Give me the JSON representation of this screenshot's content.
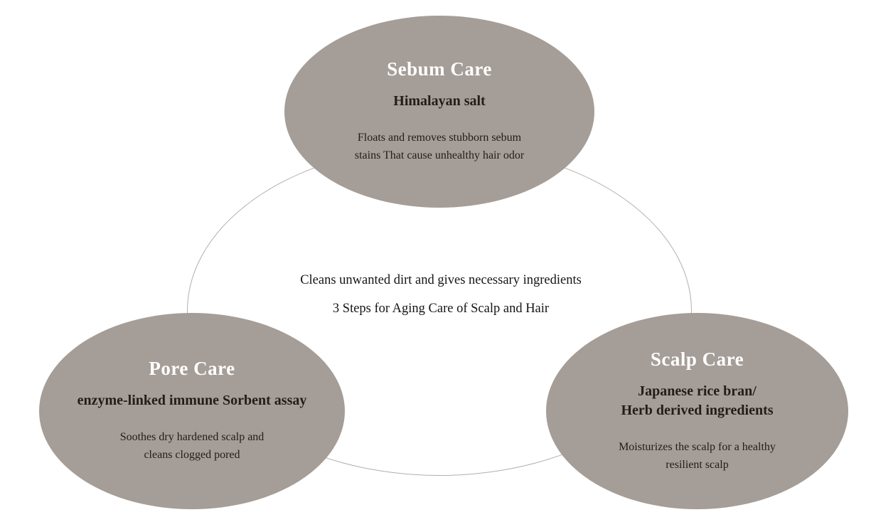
{
  "diagram": {
    "type": "cycle-diagram",
    "center": {
      "line1": "Cleans unwanted dirt and gives necessary ingredients",
      "line2": "3 Steps for Aging Care of Scalp and Hair"
    },
    "nodes": [
      {
        "id": "sebum-care",
        "title": "Sebum Care",
        "subtitle": "Himalayan salt",
        "body": "Floats and removes stubborn sebum\nstains That cause unhealthy hair odor"
      },
      {
        "id": "pore-care",
        "title": "Pore Care",
        "subtitle": "enzyme-linked immune Sorbent assay",
        "body": "Soothes dry hardened scalp and\ncleans clogged pored"
      },
      {
        "id": "scalp-care",
        "title": "Scalp Care",
        "subtitle": "Japanese rice bran/\nHerb derived ingredients",
        "body": "Moisturizes the scalp for a healthy\nresilient scalp"
      }
    ]
  },
  "colors": {
    "ellipse_fill": "#a59d97",
    "circle_stroke": "#b6aea8",
    "title_color": "#ffffff",
    "text_color": "#221d1a"
  }
}
